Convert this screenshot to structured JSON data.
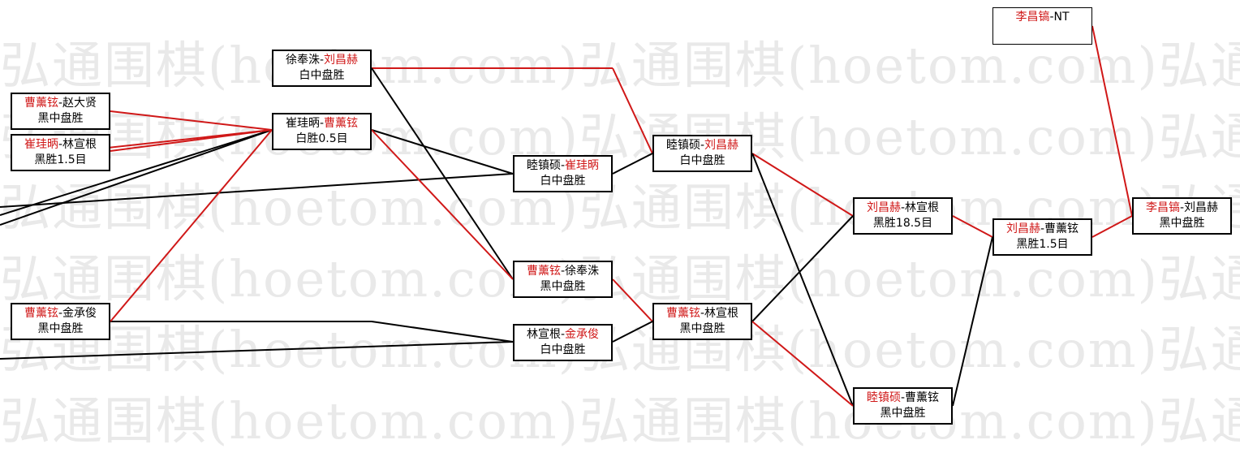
{
  "watermark": {
    "text": "弘通围棋(hoetom.com)弘通围棋(hoetom.com)弘通围棋(hoetom.com)弘通围棋"
  },
  "colors": {
    "red": "#d01818",
    "black": "#000000",
    "watermark": "#e9e9e9"
  },
  "nodes": [
    {
      "id": "r1a",
      "players": [
        {
          "name": "曹薰铉",
          "winner": true
        },
        {
          "name": "赵大贤",
          "winner": false
        }
      ],
      "result": "黑中盘胜"
    },
    {
      "id": "r1b",
      "players": [
        {
          "name": "崔珪昞",
          "winner": true
        },
        {
          "name": "林宣根",
          "winner": false
        }
      ],
      "result": "黑胜1.5目"
    },
    {
      "id": "r1c",
      "players": [
        {
          "name": "曹薰铉",
          "winner": true
        },
        {
          "name": "金承俊",
          "winner": false
        }
      ],
      "result": "黑中盘胜"
    },
    {
      "id": "r2a",
      "players": [
        {
          "name": "徐奉洙",
          "winner": false
        },
        {
          "name": "刘昌赫",
          "winner": true
        }
      ],
      "result": "白中盘胜"
    },
    {
      "id": "r2b",
      "players": [
        {
          "name": "崔珪昞",
          "winner": false
        },
        {
          "name": "曹薰铉",
          "winner": true
        }
      ],
      "result": "白胜0.5目"
    },
    {
      "id": "r3a",
      "players": [
        {
          "name": "睦镇硕",
          "winner": false
        },
        {
          "name": "崔珪昞",
          "winner": true
        }
      ],
      "result": "白中盘胜"
    },
    {
      "id": "r3b",
      "players": [
        {
          "name": "曹薰铉",
          "winner": true
        },
        {
          "name": "徐奉洙",
          "winner": false
        }
      ],
      "result": "黑中盘胜"
    },
    {
      "id": "r3c",
      "players": [
        {
          "name": "林宣根",
          "winner": false
        },
        {
          "name": "金承俊",
          "winner": true
        }
      ],
      "result": "白中盘胜"
    },
    {
      "id": "r4a",
      "players": [
        {
          "name": "睦镇硕",
          "winner": false
        },
        {
          "name": "刘昌赫",
          "winner": true
        }
      ],
      "result": "白中盘胜"
    },
    {
      "id": "r4b",
      "players": [
        {
          "name": "曹薰铉",
          "winner": true
        },
        {
          "name": "林宣根",
          "winner": false
        }
      ],
      "result": "黑中盘胜"
    },
    {
      "id": "r5a",
      "players": [
        {
          "name": "刘昌赫",
          "winner": true
        },
        {
          "name": "林宣根",
          "winner": false
        }
      ],
      "result": "黑胜18.5目"
    },
    {
      "id": "r5b",
      "players": [
        {
          "name": "睦镇硕",
          "winner": true
        },
        {
          "name": "曹薰铉",
          "winner": false
        }
      ],
      "result": "黑中盘胜"
    },
    {
      "id": "r6a",
      "players": [
        {
          "name": "刘昌赫",
          "winner": true
        },
        {
          "name": "曹薰铉",
          "winner": false
        }
      ],
      "result": "黑胜1.5目"
    },
    {
      "id": "r7a",
      "players": [
        {
          "name": "李昌镐",
          "winner": true
        },
        {
          "name": "NT",
          "winner": false
        }
      ],
      "result": ""
    },
    {
      "id": "final",
      "players": [
        {
          "name": "李昌镐",
          "winner": true
        },
        {
          "name": "刘昌赫",
          "winner": false
        }
      ],
      "result": "黑中盘胜"
    }
  ]
}
